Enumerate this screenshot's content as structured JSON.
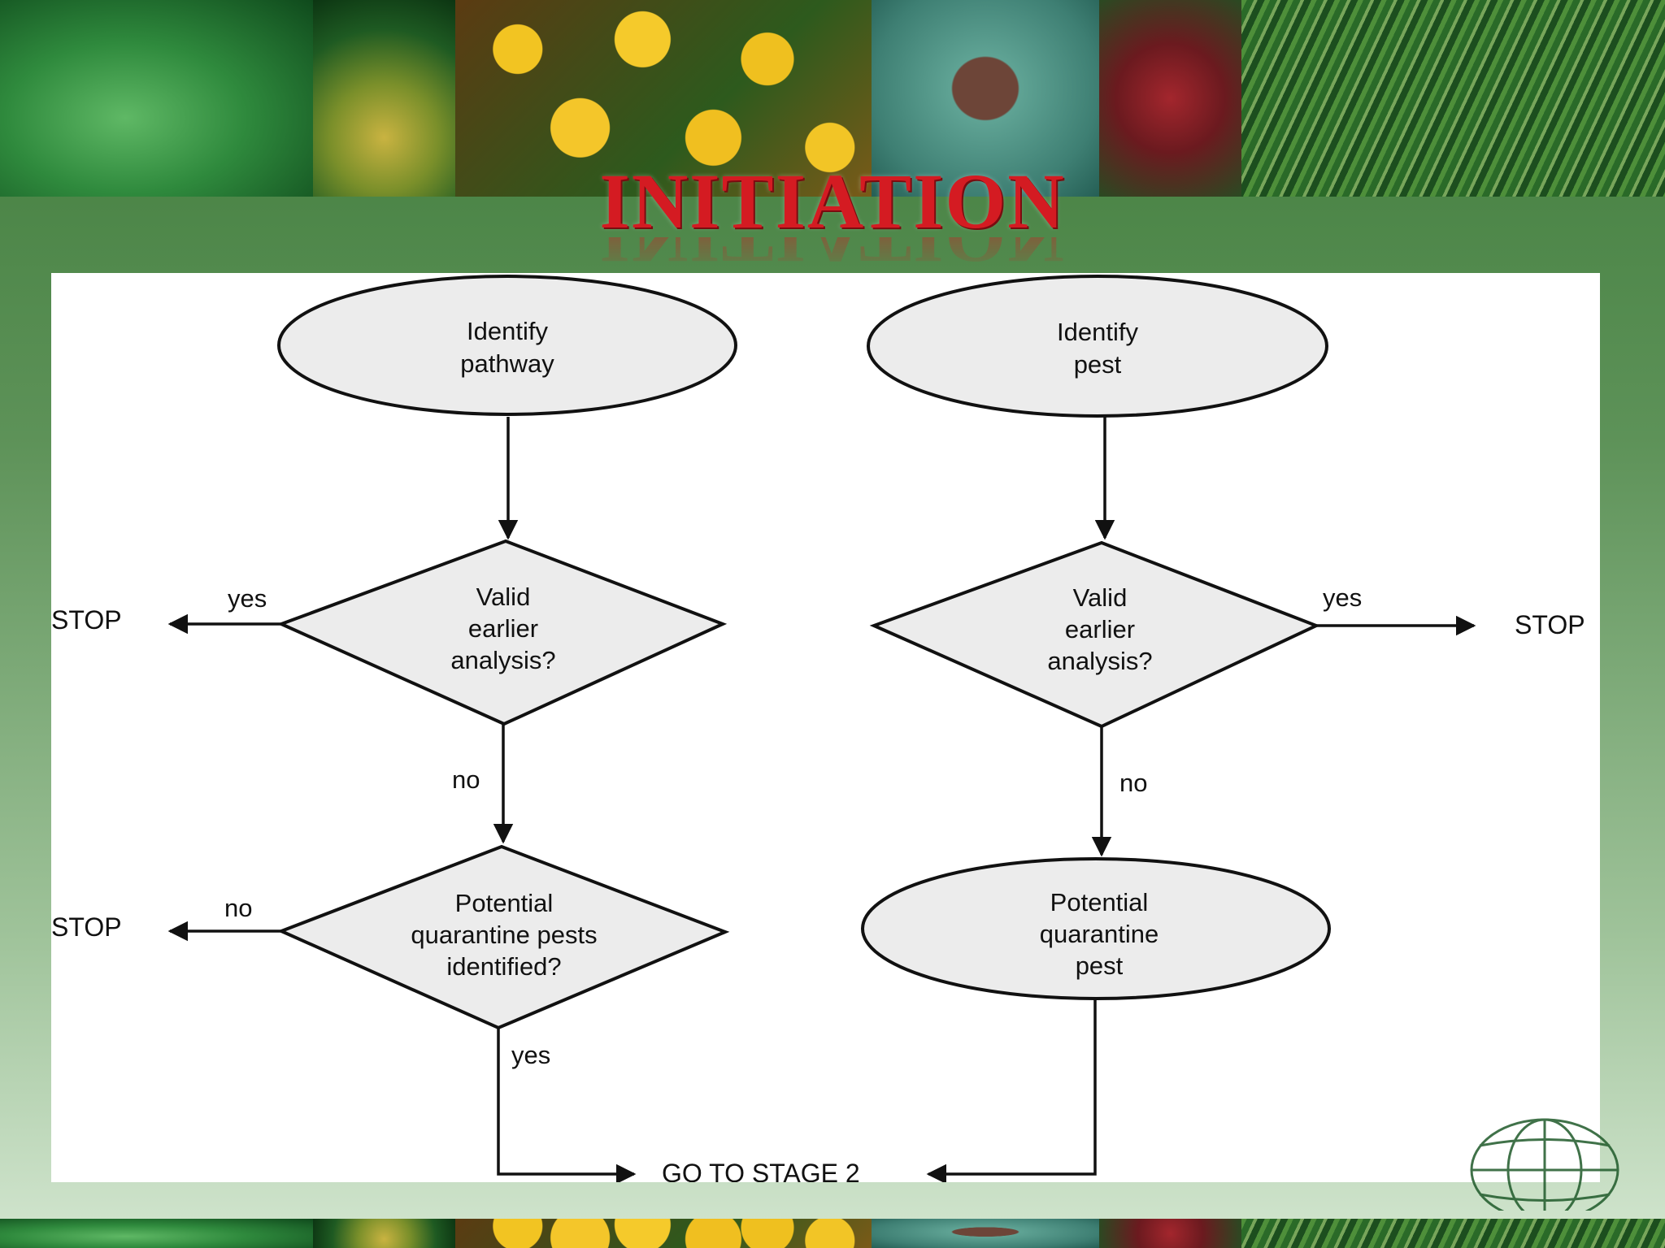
{
  "slide": {
    "title": "INITIATION"
  },
  "flowchart": {
    "nodes": {
      "identify_pathway": {
        "lines": [
          "Identify",
          "pathway"
        ]
      },
      "identify_pest": {
        "lines": [
          "Identify",
          "pest"
        ]
      },
      "valid_left": {
        "lines": [
          "Valid",
          "earlier",
          "analysis?"
        ]
      },
      "valid_right": {
        "lines": [
          "Valid",
          "earlier",
          "analysis?"
        ]
      },
      "pests_identified": {
        "lines": [
          "Potential",
          "quarantine pests",
          "identified?"
        ]
      },
      "potential_pest": {
        "lines": [
          "Potential",
          "quarantine",
          "pest"
        ]
      }
    },
    "terminals": {
      "stop_left_top": "STOP",
      "stop_left_bottom": "STOP",
      "stop_right": "STOP",
      "stage2": "GO TO STAGE 2"
    },
    "edge_labels": {
      "yes_left": "yes",
      "no_left_down": "no",
      "no_left_stop": "no",
      "yes_left_down": "yes",
      "yes_right": "yes",
      "no_right_down": "no"
    }
  },
  "colors": {
    "title": "#d41b22",
    "node_fill": "#ececec",
    "background": "#4a8445"
  },
  "icons": {
    "logo": "globe-logo-icon"
  }
}
